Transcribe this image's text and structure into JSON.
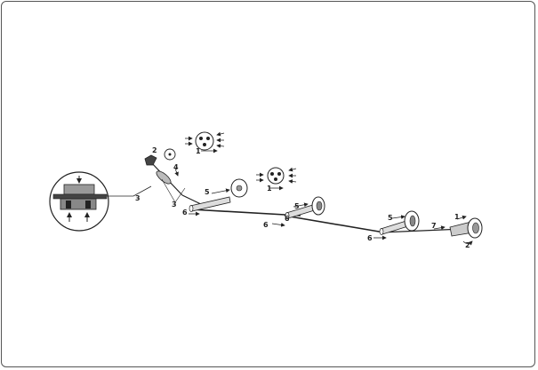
{
  "labels": {
    "l1a": "1",
    "l1b": "1",
    "l1c": "1",
    "l2a": "2",
    "l2b": "2",
    "l3a": "3",
    "l3b": "3",
    "l4": "4",
    "l5a": "5",
    "l5b": "5",
    "l5c": "5",
    "l6a": "6",
    "l6b": "6",
    "l6c": "6",
    "l6d": "6",
    "l7": "7"
  },
  "colors": {
    "ink": "#222222",
    "frame": "#555555"
  }
}
